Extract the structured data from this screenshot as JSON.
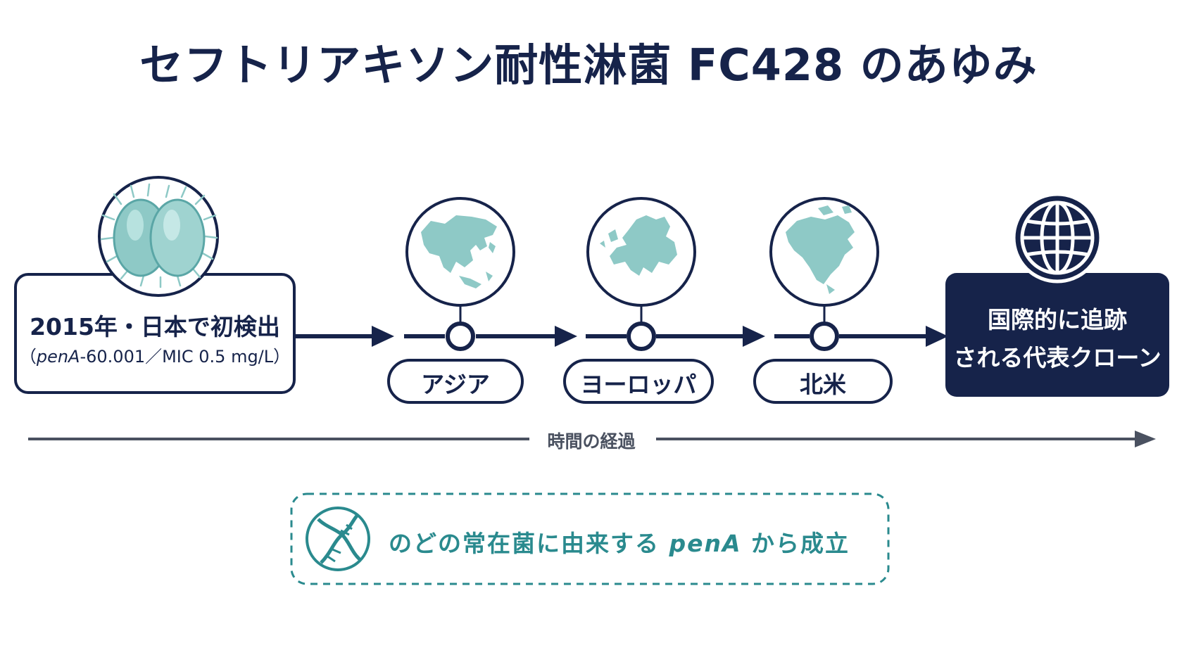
{
  "title": "セフトリアキソン耐性淋菌 FC428 のあゆみ",
  "origin": {
    "main": "2015年・日本で初検出",
    "sub_open": "（",
    "sub_gene": "penA",
    "sub_rest": "-60.001／MIC 0.5 mg/L）",
    "icon": "bacteria-icon"
  },
  "regions": [
    {
      "label": "アジア",
      "icon": "asia-map-icon"
    },
    {
      "label": "ヨーロッパ",
      "icon": "europe-map-icon"
    },
    {
      "label": "北米",
      "icon": "north-america-map-icon"
    }
  ],
  "final": {
    "line1": "国際的に追跡",
    "line2": "される代表クローン",
    "icon": "globe-icon"
  },
  "axis": {
    "label": "時間の経過"
  },
  "note": {
    "prefix": "のどの常在菌に由来する ",
    "gene": "penA",
    "suffix": " から成立",
    "icon": "dna-icon"
  },
  "colors": {
    "navy": "#16234a",
    "teal_fill": "#8ec9c6",
    "teal_text": "#2a8a8e",
    "gray_axis": "#4a5160"
  }
}
